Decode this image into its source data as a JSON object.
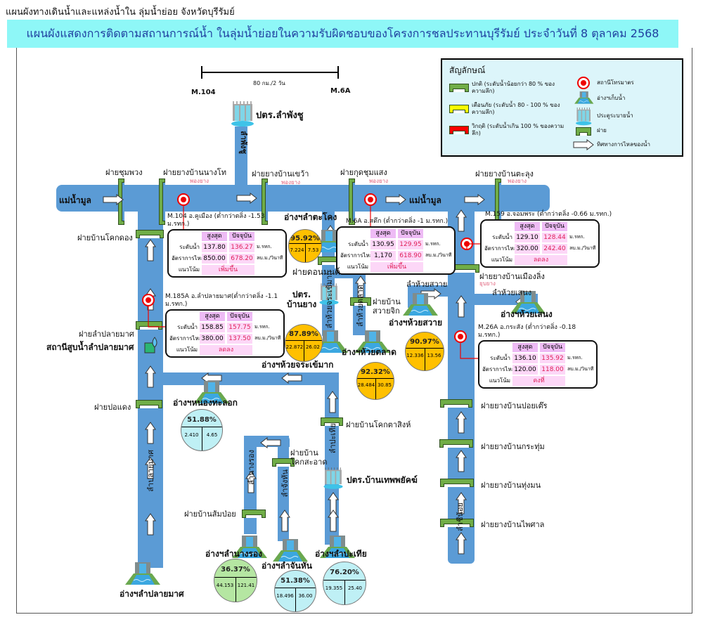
{
  "header": {
    "title": "แผนผังทางเดินน้ำและแหล่งน้ำใน ลุ่มน้ำย่อย จังหวัดบุรีรัมย์",
    "banner": "แผนผังแสดงการติดตามสถานการณ์น้ำ  ในลุ่มน้ำย่อยในความรับผิดชอบของโครงการชลประทานบุรีรัมย์ ประจำวันที่ 8 ตุลาคม 2568"
  },
  "scale": {
    "distance": "80 กม./2 วัน",
    "from": "M.104",
    "to": "M.6A"
  },
  "legend": {
    "title": "สัญลักษณ์",
    "normal": "ปกติ (ระดับน้ำน้อยกว่า 80 % ของความลึก)",
    "warning": "เตือนภัย (ระดับน้ำ 80 - 100 % ของความลึก)",
    "critical": "วิกฤติ (ระดับน้ำเกิน 100 % ของความลึก)",
    "station": "สถานีโทรมาตร",
    "reservoir": "อ่างฯเก็บน้ำ",
    "gate": "ประตูระบายน้ำ",
    "weir": "ฝาย",
    "flow": "ทิศทางการไหลของน้ำ",
    "colors": {
      "normal": "#70ad47",
      "warning": "#ffff00",
      "critical": "#ff0000"
    }
  },
  "rivers": {
    "mun": "แม่น้ำมูล",
    "phangchu": "ลำพังชู",
    "plaimat": "ลำปลายมาศ",
    "nangrong": "ลำนางรอง",
    "chanhun": "ลำจังหัน",
    "pathia": "ลำปะเทีย",
    "chorakhe": "ลำห้วยจระเข้มาก",
    "talat": "ลำห้วยตลาด",
    "sawai": "ลำห้วยสวาย",
    "saneng": "ลำห้วยเสนง",
    "chinoi": "ลำชีน้อย"
  },
  "gates": {
    "phangchu": "ปตร.ลำพังชู",
    "banyang": "ปตร.\nบ้านยาง",
    "thepphayat": "ปตร.บ้านเทพพยัคฆ์"
  },
  "pump_station": "สถานีสูบน้ำลำปลายมาศ",
  "weirs": {
    "chumphuang": "ฝายชุมพวง",
    "nangtho": "ฝายยางบ้านนางโท",
    "khwao": "ฝายยางบ้านเขว้า",
    "kutchumsaeng": "ฝายกุดชุมแสง",
    "talung": "ฝายยางบ้านตะลุง",
    "inflated": "พองยาง",
    "deflated": "ยุบยาง",
    "khokdong": "ฝายบ้านโคกดอง",
    "plaimat": "ฝายลำปลายมาศ",
    "podaeng": "ฝายปอแดง",
    "donmon": "ฝายดอนมนต์",
    "sawaichik": "ฝายบ้าน\nสวายจิก",
    "khoktasing": "ฝายบ้านโคกตาสิงห์",
    "khoksa_at": "ฝายบ้าน\nโคกสะอาด",
    "sompoi": "ฝายบ้านส้มป่อย",
    "muangling": "ฝายยางบ้านเมืองลิ่ง",
    "poitoe": "ฝายยางบ้านปอยเต๊ร",
    "krathum": "ฝายยางบ้านกระทุ่ม",
    "thungmon": "ฝายยางบ้านทุ่งมน",
    "phaisan": "ฝายยางบ้านไพศาล"
  },
  "station_headers": {
    "max": "สูงสุด",
    "current": "ปัจจุบัน",
    "level": "ระดับน้ำ",
    "flow": "อัตราการไหล",
    "trend": "แนวโน้ม",
    "level_unit": "ม.รทก.",
    "flow_unit": "ลบ.ม./วินาที"
  },
  "stations": [
    {
      "title": "M.104 อ.คูเมือง (ต่ำกว่าตลิ่ง -1.53 ม.รทก.)",
      "level_max": "137.80",
      "level_cur": "136.27",
      "flow_max": "850.00",
      "flow_cur": "678.20",
      "trend": "เพิ่มขึ้น"
    },
    {
      "title": "M.6A อ.สตึก (ต่ำกว่าตลิ่ง -1 ม.รทก.)",
      "level_max": "130.95",
      "level_cur": "129.95",
      "flow_max": "1,170",
      "flow_cur": "618.90",
      "trend": "เพิ่มขึ้น"
    },
    {
      "title": "M.159 อ.จอมพระ (ต่ำกว่าตลิ่ง -0.66 ม.รทก.)",
      "level_max": "129.10",
      "level_cur": "128.44",
      "flow_max": "320.00",
      "flow_cur": "242.40",
      "trend": "ลดลง"
    },
    {
      "title": "M.185A อ.ลำปลายมาศ(ต่ำกว่าตลิ่ง -1.1 ม.รทก.)",
      "level_max": "158.85",
      "level_cur": "157.75",
      "flow_max": "380.00",
      "flow_cur": "137.50",
      "trend": "ลดลง"
    },
    {
      "title": "M.26A อ.กระสัง (ต่ำกว่าตลิ่ง -0.18 ม.รทก.)",
      "level_max": "136.10",
      "level_cur": "135.92",
      "flow_max": "120.00",
      "flow_cur": "118.00",
      "trend": "คงที่"
    }
  ],
  "reservoirs": [
    {
      "name": "อ่างฯลำตะโคง",
      "percent": "95.92%",
      "left": "7.224",
      "right": "7.53",
      "color": "#ffc000"
    },
    {
      "name": "อ่างฯห้วยจระเข้มาก",
      "percent": "87.89%",
      "left": "22.872",
      "right": "26.02",
      "color": "#ffc000"
    },
    {
      "name": "อ่างฯห้วยตลาด",
      "percent": "92.32%",
      "left": "28.484",
      "right": "30.85",
      "color": "#ffc000"
    },
    {
      "name": "อ่างฯห้วยสวาย",
      "percent": "90.97%",
      "left": "12.336",
      "right": "13.56",
      "color": "#ffc000"
    },
    {
      "name": "อ่างฯห้วยเสนง",
      "percent": "",
      "left": "",
      "right": "",
      "color": ""
    },
    {
      "name": "อ่างฯหนองทะลอก",
      "percent": "51.88%",
      "left": "2.410",
      "right": "4.65",
      "color": "#bff0f5"
    },
    {
      "name": "อ่างฯลำนางรอง",
      "percent": "36.37%",
      "left": "44.153",
      "right": "121.41",
      "color": "#b5e6a2"
    },
    {
      "name": "อ่างฯลำจันหัน",
      "percent": "51.38%",
      "left": "18.496",
      "right": "36.00",
      "color": "#bff0f5"
    },
    {
      "name": "อ่างฯลำปะเทีย",
      "percent": "76.20%",
      "left": "19.355",
      "right": "25.40",
      "color": "#bff0f5"
    },
    {
      "name": "อ่างฯลำปลายมาศ",
      "percent": "",
      "left": "",
      "right": "",
      "color": ""
    }
  ]
}
